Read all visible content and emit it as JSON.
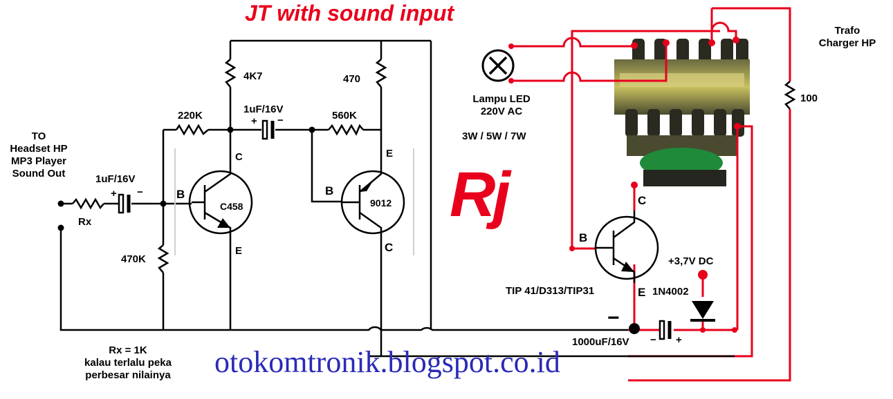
{
  "title": "JT  with sound input",
  "input_label": [
    "TO",
    "Headset HP",
    "MP3 Player",
    "Sound Out"
  ],
  "components": {
    "rx": "Rx",
    "cap_in": "1uF/16V",
    "r_base": "220K",
    "r_bias": "470K",
    "r_collector": "4K7",
    "cap_couple": "1uF/16V",
    "r_470": "470",
    "r_560": "560K",
    "q1": "C458",
    "q2": "9012",
    "lamp": [
      "Lampu LED",
      "220V AC"
    ],
    "lamp_power": "3W / 5W / 7W",
    "trafo": [
      "Trafo",
      "Charger HP"
    ],
    "r_100": "100",
    "q3": "TIP 41/D313/TIP31",
    "supply": "+3,7V DC",
    "diode": "1N4002",
    "cap_out": "1000uF/16V"
  },
  "pins": {
    "b": "B",
    "c": "C",
    "e": "E"
  },
  "polarity": {
    "plus": "+",
    "minus": "−"
  },
  "note": [
    "Rx = 1K",
    "kalau terlalu peka",
    "perbesar nilainya"
  ],
  "logo": "Rj",
  "watermark": "otokomtronik.blogspot.co.id",
  "colors": {
    "wire_black": "#000000",
    "wire_red": "#e8001c",
    "text_blue": "#2a2ab8"
  }
}
